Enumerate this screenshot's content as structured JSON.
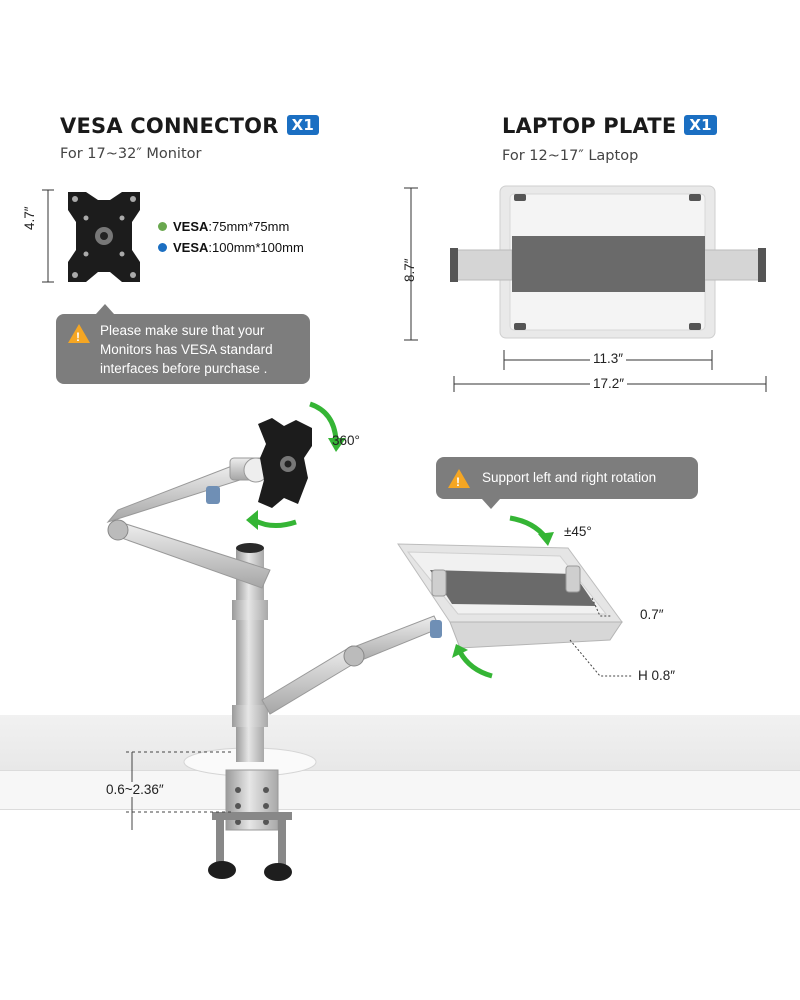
{
  "vesa": {
    "title": "VESA CONNECTOR",
    "qty": "X1",
    "subtitle": "For 17~32″ Monitor",
    "height_dim": "4.7″",
    "spec1_label": "VESA",
    "spec1_value": ":75mm*75mm",
    "spec2_label": "VESA",
    "spec2_value": ":100mm*100mm",
    "spec1_color": "#6aa84f",
    "spec2_color": "#1b6fc2"
  },
  "laptop": {
    "title": "LAPTOP PLATE",
    "qty": "X1",
    "subtitle": "For 12~17″ Laptop",
    "height_dim": "8.7″",
    "inner_width_dim": "11.3″",
    "outer_width_dim": "17.2″"
  },
  "notices": {
    "vesa_warning": "Please make sure that your Monitors has VESA standard interfaces before purchase .",
    "rotation_note": "Support left and right rotation"
  },
  "annotations": {
    "monitor_rotation": "360°",
    "tilt": "±45°",
    "lip_height": "0.7″",
    "plate_height": "H 0.8″",
    "clamp_range": "0.6~2.36″"
  },
  "colors": {
    "accent_blue": "#1b6fc2",
    "arrow_green": "#35b535",
    "warning_orange": "#f5a623",
    "notice_gray": "#7d7d7d"
  }
}
